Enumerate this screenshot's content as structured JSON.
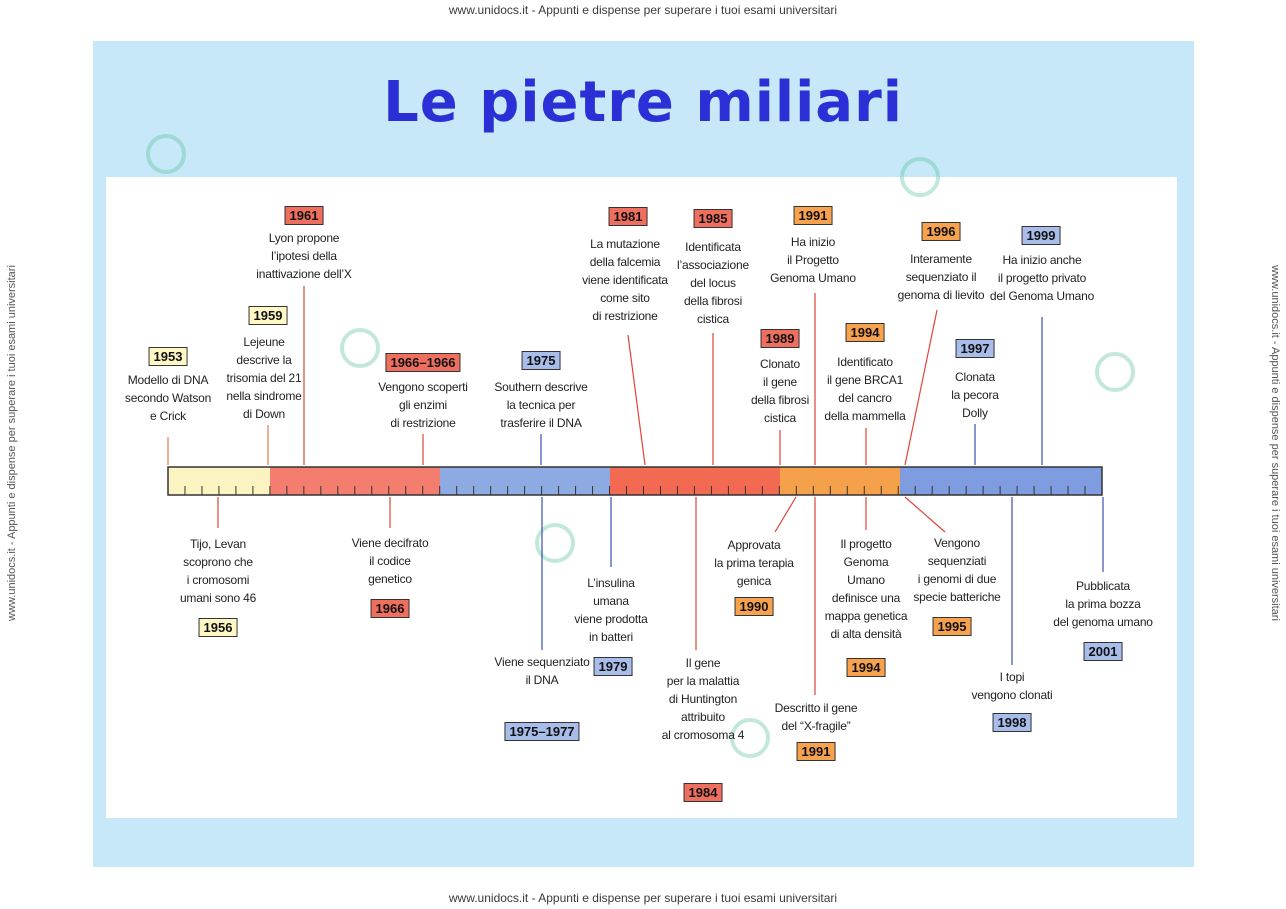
{
  "watermark": {
    "top": "www.unidocs.it - Appunti e dispense per superare i tuoi esami universitari",
    "bottom": "www.unidocs.it - Appunti e dispense per superare i tuoi esami universitari",
    "side": "www.unidocs.it - Appunti e dispense per superare i tuoi esami universitari"
  },
  "title": "Le pietre miliari",
  "colors": {
    "slide_bg": "#c6e8f8",
    "title": "#2b2fd6",
    "yellow": "#fbf3c2",
    "red": "#f07464",
    "blue": "#86a4df",
    "orange": "#f5a04a",
    "badge_yellow": "#fff7c4",
    "badge_red": "#ef6f5f",
    "badge_blue": "#a8bde9",
    "badge_orange": "#f6a24e"
  },
  "events_above": [
    {
      "year": "1953",
      "text": "Modello di DNA\nsecondo Watson\ne Crick"
    },
    {
      "year": "1959",
      "text": "Lejeune\ndescrive la\ntrisomia del 21\nnella sindrome\ndi Down"
    },
    {
      "year": "1961",
      "text": "Lyon propone\nl’ipotesi della\ninattivazione dell’X"
    },
    {
      "year": "1966–1966",
      "text": "Vengono scoperti\ngli enzimi\ndi restrizione"
    },
    {
      "year": "1975",
      "text": "Southern descrive\nla tecnica per\ntrasferire il DNA"
    },
    {
      "year": "1981",
      "text": "La mutazione\ndella falcemia\nviene identificata\ncome sito\ndi restrizione"
    },
    {
      "year": "1985",
      "text": "Identificata\nl’associazione\ndel locus\ndella fibrosi\ncistica"
    },
    {
      "year": "1989",
      "text": "Clonato\nil gene\ndella fibrosi\ncistica"
    },
    {
      "year": "1991",
      "text": "Ha inizio\nil Progetto\nGenoma Umano"
    },
    {
      "year": "1994",
      "text": "Identificato\nil gene BRCA1\ndel cancro\ndella mammella"
    },
    {
      "year": "1996",
      "text": "Interamente\nsequenziato il\ngenoma di lievito"
    },
    {
      "year": "1997",
      "text": "Clonata\nla pecora\nDolly"
    },
    {
      "year": "1999",
      "text": "Ha inizio anche\nil progetto privato\ndel Genoma Umano"
    }
  ],
  "events_below": [
    {
      "year": "1956",
      "text": "Tijo, Levan\nscoprono che\ni cromosomi\numani sono 46"
    },
    {
      "year": "1966",
      "text": "Viene decifrato\nil codice\ngenetico"
    },
    {
      "year": "1975–1977",
      "text": "Viene sequenziato\nil DNA"
    },
    {
      "year": "1979",
      "text": "L’insulina\numana\nviene prodotta\nin batteri"
    },
    {
      "year": "1984",
      "text": "Il gene\nper la malattia\ndi Huntington\nattribuito\nal cromosoma 4"
    },
    {
      "year": "1990",
      "text": "Approvata\nla prima terapia\ngenica"
    },
    {
      "year": "1991",
      "text": "Descritto il gene\ndel “X-fragile”"
    },
    {
      "year": "1994",
      "text": "Il progetto\nGenoma\nUmano\ndefinisce una\nmappa genetica\ndi alta densità"
    },
    {
      "year": "1995",
      "text": "Vengono\nsequenziati\ni genomi di due\nspecie batteriche"
    },
    {
      "year": "1998",
      "text": "I topi\nvengono clonati"
    },
    {
      "year": "2001",
      "text": "Pubblicata\nla prima bozza\ndel genoma umano"
    }
  ]
}
